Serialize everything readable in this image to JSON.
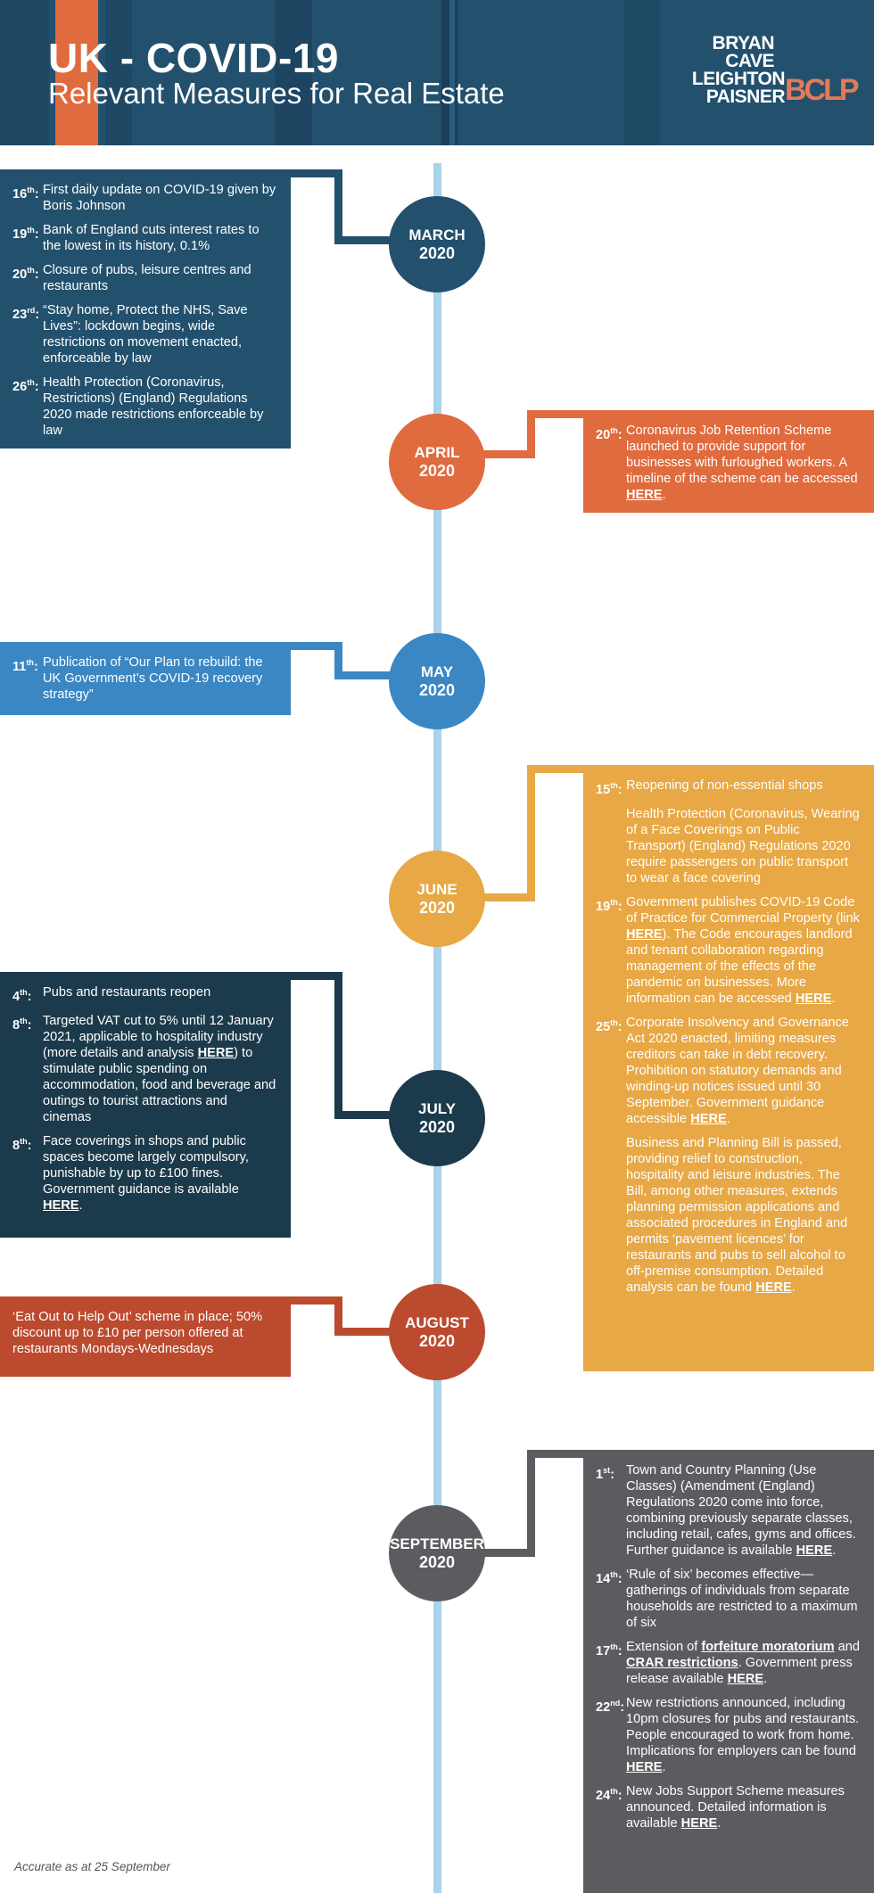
{
  "header": {
    "title": "UK - COVID-19",
    "subtitle": "Relevant Measures for Real Estate",
    "logo": {
      "line1": "BRYAN",
      "line2": "CAVE",
      "line3": "LEIGHTON",
      "line4": "PAISNER",
      "mark": "BCLP"
    }
  },
  "colors": {
    "march": "#23506d",
    "april": "#e06b3e",
    "may": "#3a87c4",
    "june": "#e7a845",
    "july": "#1b3a4b",
    "august": "#bc4a2e",
    "september": "#5b5c5f",
    "line": "#a9d3ea"
  },
  "months": {
    "march": {
      "name": "MARCH",
      "year": "2020"
    },
    "april": {
      "name": "APRIL",
      "year": "2020"
    },
    "may": {
      "name": "MAY",
      "year": "2020"
    },
    "june": {
      "name": "JUNE",
      "year": "2020"
    },
    "july": {
      "name": "JULY",
      "year": "2020"
    },
    "august": {
      "name": "AUGUST",
      "year": "2020"
    },
    "september": {
      "name": "SEPTEMBER",
      "year": "2020"
    }
  },
  "march_entries": [
    {
      "day": "16",
      "suffix": "th",
      "text": "First daily update on COVID-19 given by Boris Johnson"
    },
    {
      "day": "19",
      "suffix": "th",
      "text": "Bank of England cuts interest rates to the lowest in its history, 0.1%"
    },
    {
      "day": "20",
      "suffix": "th",
      "text": "Closure of pubs, leisure centres and restaurants"
    },
    {
      "day": "23",
      "suffix": "rd",
      "text": "“Stay home, Protect the NHS, Save Lives”: lockdown begins, wide restrictions on movement enacted, enforceable by law"
    },
    {
      "day": "26",
      "suffix": "th",
      "text": "Health Protection (Coronavirus, Restrictions) (England) Regulations 2020 made restrictions enforceable by law"
    }
  ],
  "april_entry": {
    "day": "20",
    "suffix": "th",
    "text": "Coronavirus Job Retention Scheme launched to provide support for businesses with furloughed workers. A timeline of the scheme can be accessed ",
    "link": "HERE",
    "tail": "."
  },
  "may_entry": {
    "day": "11",
    "suffix": "th",
    "text": "Publication of “Our Plan to rebuild: the UK Government’s COVID-19 recovery strategy”"
  },
  "june_entries": {
    "e1": {
      "day": "15",
      "suffix": "th",
      "text": "Reopening of non-essential shops"
    },
    "e2": {
      "text": "Health Protection (Coronavirus, Wearing of a Face Coverings on Public Transport) (England) Regulations 2020 require passengers on public transport to wear a face covering"
    },
    "e3": {
      "day": "19",
      "suffix": "th",
      "a": "Government publishes COVID-19 Code of Practice for Commercial Property (link ",
      "link1": "HERE",
      "b": "). The Code encourages landlord and tenant collaboration regarding management of the effects of the pandemic on businesses. More information can be accessed ",
      "link2": "HERE",
      "c": "."
    },
    "e4": {
      "day": "25",
      "suffix": "th",
      "a": "Corporate Insolvency and Governance Act 2020 enacted, limiting measures creditors can take in debt recovery.  Prohibition on statutory demands and winding-up notices issued until 30 September. Government guidance accessible ",
      "link": "HERE",
      "b": "."
    },
    "e5": {
      "a": "Business and Planning Bill is passed, providing relief to construction, hospitality and leisure industries. The Bill, among other measures, extends planning permission applications and associated procedures in England and permits ‘pavement licences’ for restaurants and pubs to sell alcohol to off-premise consumption. Detailed analysis can be found ",
      "link": "HERE",
      "b": "."
    }
  },
  "july_entries": {
    "e1": {
      "day": "4",
      "suffix": "th",
      "text": "Pubs and restaurants reopen"
    },
    "e2": {
      "day": "8",
      "suffix": "th",
      "a": "Targeted VAT cut to 5% until 12 January 2021, applicable to hospitality industry (more details and analysis ",
      "link": "HERE",
      "b": ") to stimulate public spending on accommodation, food and beverage and outings to tourist attractions and cinemas"
    },
    "e3": {
      "day": "8",
      "suffix": "th",
      "a": "Face coverings in shops and public spaces become largely compulsory, punishable by up to £100 fines. Government guidance is available ",
      "link": "HERE",
      "b": "."
    }
  },
  "august_entry": {
    "text": "‘Eat Out to Help Out’ scheme in place; 50% discount up to £10 per person offered at restaurants Mondays-Wednesdays"
  },
  "september_entries": {
    "e1": {
      "day": "1",
      "suffix": "st",
      "a": "Town and Country Planning (Use Classes) (Amendment (England) Regulations 2020 come into force, combining previously separate classes, including retail, cafes, gyms and offices. Further guidance is available ",
      "link": "HERE",
      "b": "."
    },
    "e2": {
      "day": "14",
      "suffix": "th",
      "text": "‘Rule of six’ becomes effective—gatherings of individuals from separate households are restricted to a maximum of six"
    },
    "e3": {
      "day": "17",
      "suffix": "th",
      "a": "Extension of ",
      "link1": "forfeiture moratorium",
      "b": " and ",
      "link2": "CRAR restrictions",
      "c": ". Government press release available ",
      "link3": "HERE",
      "d": "."
    },
    "e4": {
      "day": "22",
      "suffix": "nd",
      "a": "New restrictions announced, including 10pm closures for pubs and restaurants. People encouraged to work from home. Implications for employers can be found ",
      "link": "HERE",
      "b": "."
    },
    "e5": {
      "day": "24",
      "suffix": "th",
      "a": "New Jobs Support Scheme measures announced. Detailed information is available ",
      "link": "HERE",
      "b": "."
    }
  },
  "footer": "Accurate as at 25 September"
}
